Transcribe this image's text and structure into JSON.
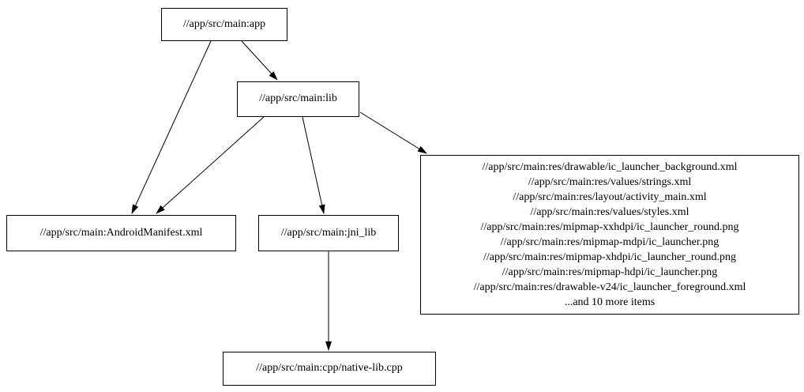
{
  "diagram": {
    "type": "dependency-graph",
    "background": "#ffffff",
    "node_border_color": "#000000",
    "node_fill_color": "#ffffff",
    "edge_color": "#000000"
  },
  "nodes": {
    "app": {
      "label": "//app/src/main:app"
    },
    "lib": {
      "label": "//app/src/main:lib"
    },
    "manifest": {
      "label": "//app/src/main:AndroidManifest.xml"
    },
    "jni_lib": {
      "label": "//app/src/main:jni_lib"
    },
    "cpp": {
      "label": "//app/src/main:cpp/native-lib.cpp"
    },
    "res": {
      "lines": [
        "//app/src/main:res/drawable/ic_launcher_background.xml",
        "//app/src/main:res/values/strings.xml",
        "//app/src/main:res/layout/activity_main.xml",
        "//app/src/main:res/values/styles.xml",
        "//app/src/main:res/mipmap-xxhdpi/ic_launcher_round.png",
        "//app/src/main:res/mipmap-mdpi/ic_launcher.png",
        "//app/src/main:res/mipmap-xhdpi/ic_launcher_round.png",
        "//app/src/main:res/mipmap-hdpi/ic_launcher.png",
        "//app/src/main:res/drawable-v24/ic_launcher_foreground.xml",
        "...and 10 more items"
      ]
    }
  },
  "edges": [
    {
      "from": "app",
      "to": "lib"
    },
    {
      "from": "app",
      "to": "manifest"
    },
    {
      "from": "lib",
      "to": "manifest"
    },
    {
      "from": "lib",
      "to": "jni_lib"
    },
    {
      "from": "lib",
      "to": "res"
    },
    {
      "from": "jni_lib",
      "to": "cpp"
    }
  ]
}
